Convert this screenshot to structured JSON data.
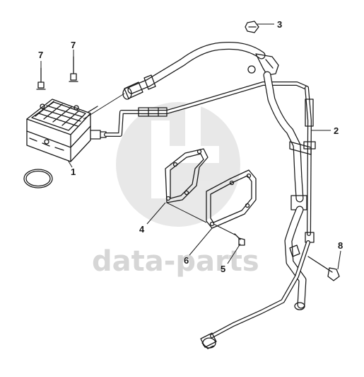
{
  "watermark": {
    "text": "data-parts",
    "color": "#d6d6d6"
  },
  "callouts": {
    "filter_housing": "1",
    "hose_assembly": "2",
    "nut": "3",
    "gasket": "4",
    "bolt": "5",
    "cover_plate": "6",
    "stud_left": "7",
    "stud_right": "7",
    "bolt_clamp": "8"
  },
  "colors": {
    "line": "#1a1a1a",
    "watermark": "#d6d6d6",
    "background": "#ffffff"
  }
}
